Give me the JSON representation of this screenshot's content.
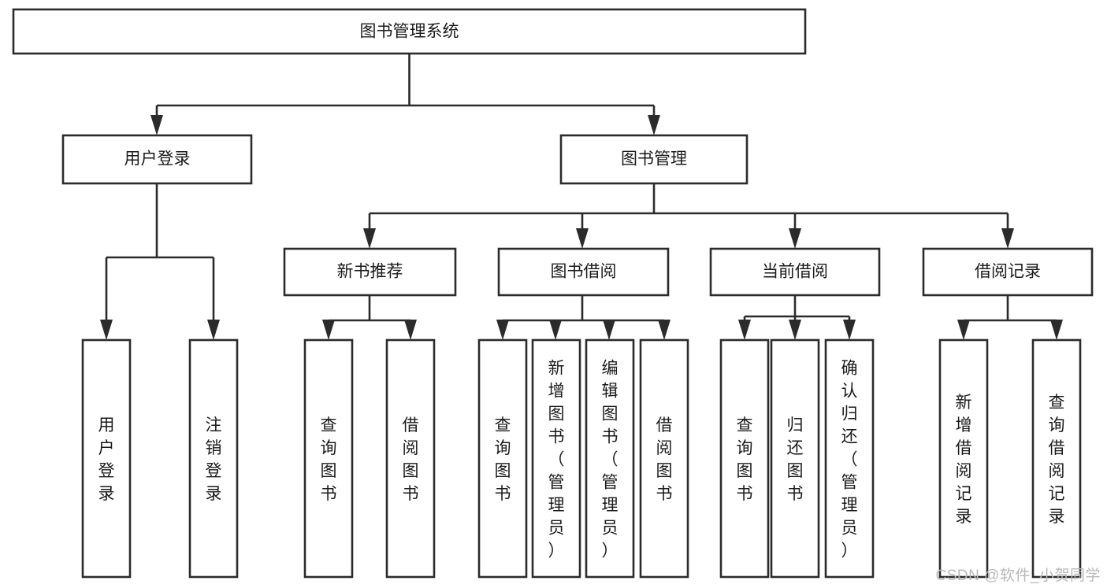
{
  "diagram": {
    "type": "tree-hierarchy",
    "title": "图书管理系统",
    "colors": {
      "background": "#ffffff",
      "box_fill": "#ffffff",
      "line": "#2b2b2b",
      "text": "#1a1a1a",
      "watermark": "#b9b9b9"
    },
    "root": {
      "label": "图书管理系统"
    },
    "level2": [
      {
        "label": "用户登录"
      },
      {
        "label": "图书管理"
      }
    ],
    "level3": [
      {
        "label": "新书推荐"
      },
      {
        "label": "图书借阅"
      },
      {
        "label": "当前借阅"
      },
      {
        "label": "借阅记录"
      }
    ],
    "leaves": {
      "user_login": [
        {
          "label": "用户登录"
        },
        {
          "label": "注销登录"
        }
      ],
      "new_book_recommend": [
        {
          "label": "查询图书"
        },
        {
          "label": "借阅图书"
        }
      ],
      "book_borrow": [
        {
          "label": "查询图书"
        },
        {
          "label": "新增图书（管理员）"
        },
        {
          "label": "编辑图书（管理员）"
        },
        {
          "label": "借阅图书"
        }
      ],
      "current_borrow": [
        {
          "label": "查询图书"
        },
        {
          "label": "归还图书"
        },
        {
          "label": "确认归还（管理员）"
        }
      ],
      "borrow_record": [
        {
          "label": "新增借阅记录"
        },
        {
          "label": "查询借阅记录"
        }
      ]
    }
  },
  "watermark": {
    "text": "CSDN @软件_小贺同学"
  }
}
